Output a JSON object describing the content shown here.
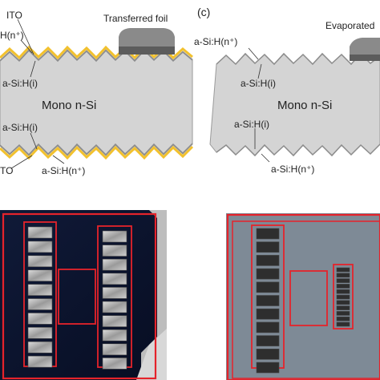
{
  "panel_c_label": "(c)",
  "left_diagram": {
    "top_ito": "ITO",
    "top_n_plus": "H(n⁺)",
    "transferred_foil": "Transferred foil",
    "top_intrinsic": "a-Si:H(i)",
    "wafer": "Mono n-Si",
    "bottom_intrinsic": "a-Si:H(i)",
    "bottom_ito": "TO",
    "bottom_n_plus": "a-Si:H(n⁺)"
  },
  "right_diagram": {
    "evaporated": "Evaporated",
    "top_n_plus": "a-Si:H(n⁺)",
    "top_intrinsic": "a-Si:H(i)",
    "wafer": "Mono n-Si",
    "bottom_intrinsic": "a-Si:H(i)",
    "bottom_n_plus": "a-Si:H(n⁺)"
  },
  "colors": {
    "wafer": "#d4d4d4",
    "ito": "#f2c12e",
    "amorphous": "#8c8c8c",
    "contact": "#8a8a8a",
    "highlight_box": "#e5232b",
    "left_photo_bg": "#0b1530",
    "right_photo_bg": "#7e8a96"
  }
}
